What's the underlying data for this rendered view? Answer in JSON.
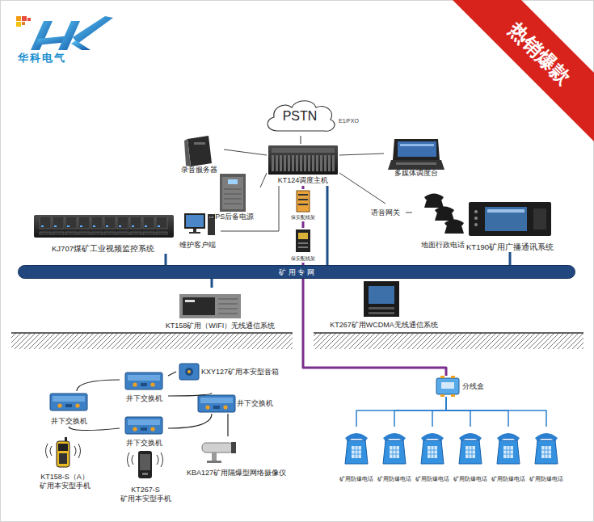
{
  "diagram": {
    "nodes": [
      {
        "text": [
          "PSTN"
        ]
      },
      {
        "text": [
          "录音服务器"
        ]
      },
      {
        "text": [
          "KT124调度主机"
        ]
      },
      {
        "text": [
          "多媒体调度台"
        ]
      },
      {
        "text": [
          "UPS后备电源"
        ]
      },
      {
        "text": [
          "保安配线架"
        ]
      },
      {
        "text": [
          "语音网关"
        ]
      },
      {
        "text": [
          "维护客户端"
        ]
      },
      {
        "text": [
          "地面行政电话"
        ]
      },
      {
        "text": [
          "KJ707煤矿工业视频监控系统"
        ]
      },
      {
        "text": [
          "保安配线架"
        ]
      },
      {
        "text": [
          "KT190矿用广播通讯系统"
        ]
      },
      {
        "text": [
          "矿 用 专 网"
        ]
      },
      {
        "text": [
          "KT158矿用（WIFI）无线通信系统"
        ]
      },
      {
        "text": [
          "KT267矿用WCDMA无线通信系统"
        ]
      },
      {
        "text": [
          "井下交换机"
        ]
      },
      {
        "text": [
          "KXY127矿用本安型音箱"
        ]
      },
      {
        "text": [
          "井下交换机"
        ]
      },
      {
        "text": [
          "井下交换机"
        ]
      },
      {
        "text": [
          "井下交换机"
        ]
      },
      {
        "text": [
          "分线盒"
        ]
      },
      {
        "text": [
          "KBA127矿用隔爆型网络摄像仪"
        ]
      },
      {
        "text": [
          "KT158-S（A） 矿用本安型手机"
        ]
      },
      {
        "text": [
          "KT267-S 矿用本安型手机"
        ]
      },
      {
        "text": [
          "矿用防爆电话"
        ]
      },
      {
        "text": [
          "矿用防爆电话"
        ]
      },
      {
        "text": [
          "矿用防爆电话"
        ]
      },
      {
        "text": [
          "矿用防爆电话"
        ]
      },
      {
        "text": [
          "矿用防爆电话"
        ]
      },
      {
        "text": [
          "矿用防爆电话"
        ]
      }
    ],
    "edges": [
      {
        "from": 0,
        "to": 2,
        "label": "E1/FXO",
        "arrow": "none"
      },
      {
        "from": 2,
        "to": 1,
        "arrow": "none"
      },
      {
        "from": 2,
        "to": 3,
        "arrow": "none"
      },
      {
        "from": 2,
        "to": 4,
        "arrow": "none"
      },
      {
        "from": 2,
        "to": 7,
        "arrow": "none"
      },
      {
        "from": 2,
        "to": 6,
        "arrow": "none"
      },
      {
        "from": 6,
        "to": 8,
        "arrow": "none"
      },
      {
        "from": 2,
        "to": 5,
        "arrow": "none"
      },
      {
        "from": 5,
        "to": 10,
        "arrow": "none"
      },
      {
        "from": 2,
        "to": 12,
        "arrow": "none"
      },
      {
        "from": 12,
        "to": 9,
        "arrow": "none"
      },
      {
        "from": 12,
        "to": 11,
        "arrow": "none"
      },
      {
        "from": 12,
        "to": 13,
        "arrow": "none"
      },
      {
        "from": 12,
        "to": 14,
        "arrow": "none"
      },
      {
        "from": 10,
        "to": 20,
        "arrow": "none"
      },
      {
        "from": 15,
        "to": 17,
        "arrow": "none"
      },
      {
        "from": 15,
        "to": 18,
        "arrow": "none"
      },
      {
        "from": 17,
        "to": 19,
        "arrow": "none"
      },
      {
        "from": 19,
        "to": 18,
        "arrow": "none"
      },
      {
        "from": 15,
        "to": 16,
        "arrow": "none"
      },
      {
        "from": 18,
        "to": 21,
        "arrow": "none"
      },
      {
        "from": 20,
        "to": 24,
        "arrow": "none"
      },
      {
        "from": 20,
        "to": 25,
        "arrow": "none"
      },
      {
        "from": 20,
        "to": 26,
        "arrow": "none"
      },
      {
        "from": 20,
        "to": 27,
        "arrow": "none"
      },
      {
        "from": 20,
        "to": 28,
        "arrow": "none"
      },
      {
        "from": 20,
        "to": 29,
        "arrow": "none"
      }
    ],
    "labels": [
      "华科电气",
      "热销爆款"
    ]
  }
}
